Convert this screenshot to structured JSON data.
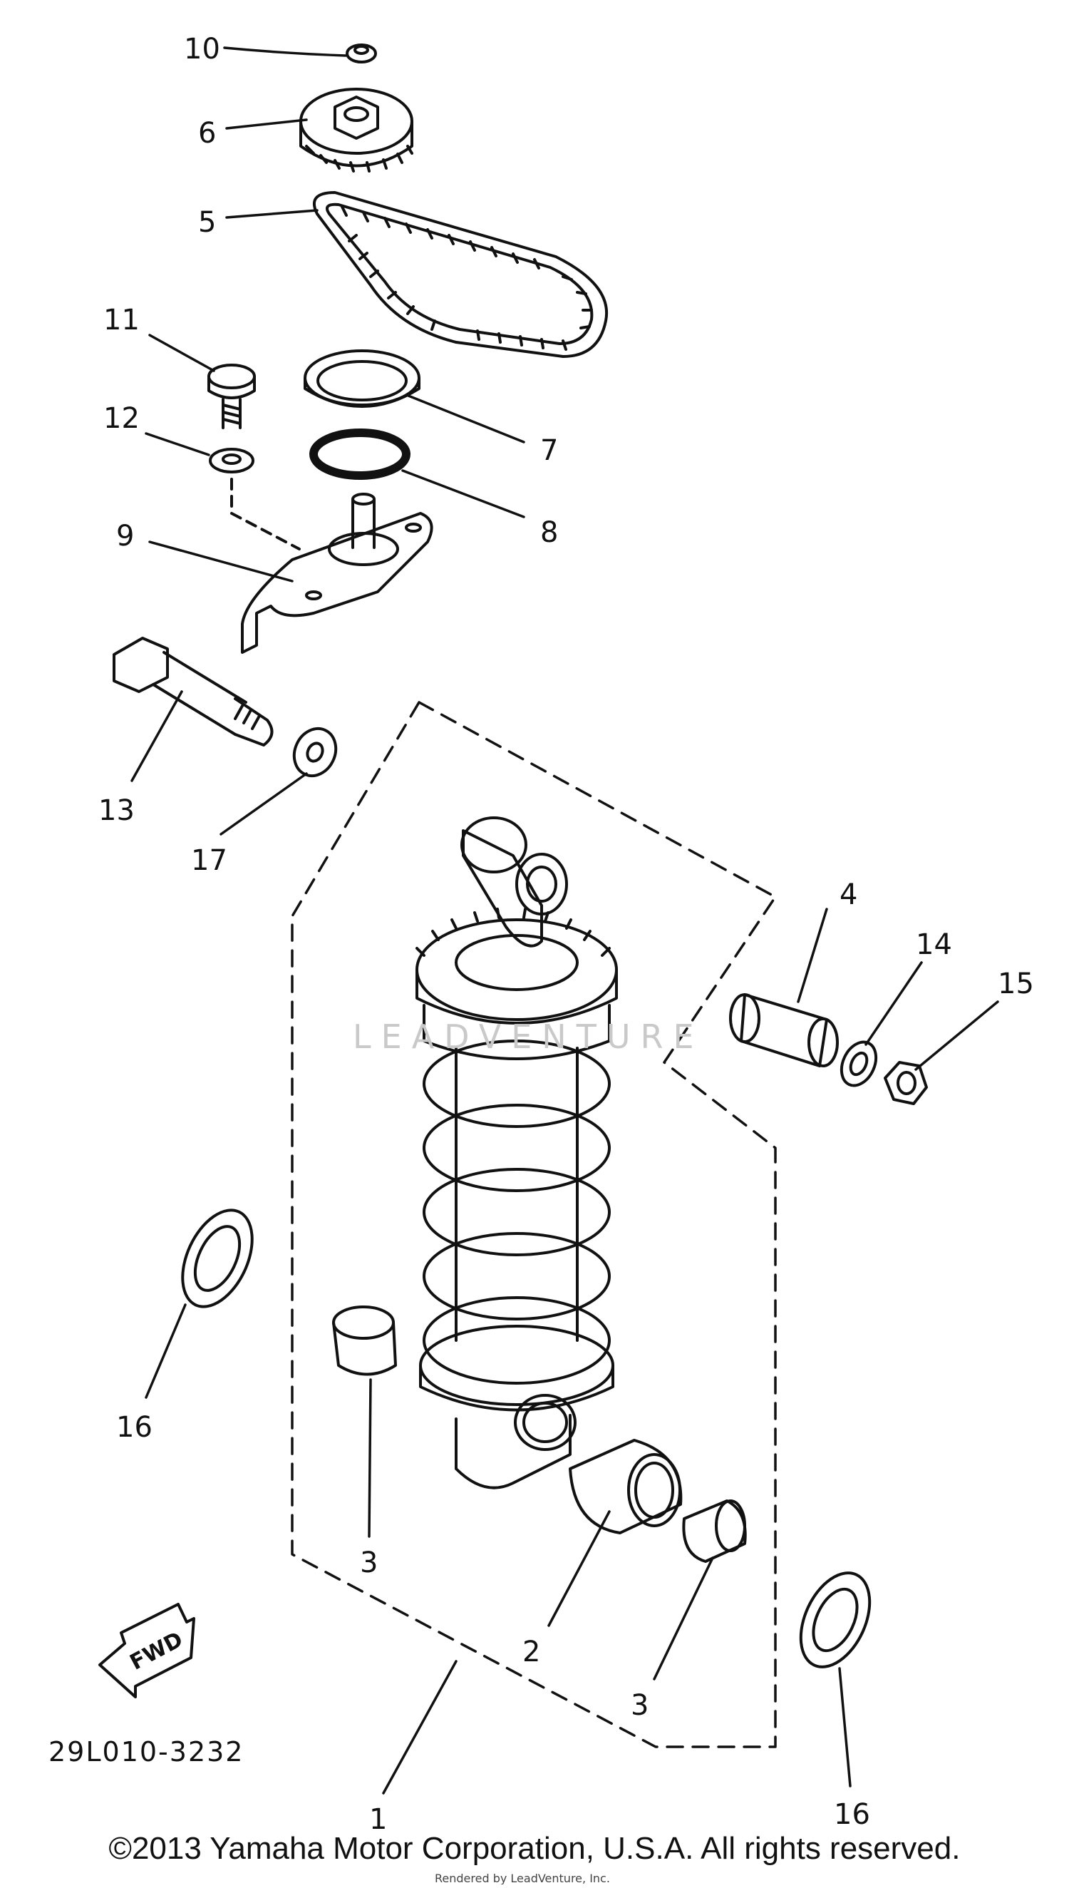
{
  "callouts": {
    "c1": "1",
    "c2": "2",
    "c3a": "3",
    "c3b": "3",
    "c4": "4",
    "c5": "5",
    "c6": "6",
    "c7": "7",
    "c8": "8",
    "c9": "9",
    "c10": "10",
    "c11": "11",
    "c12": "12",
    "c13": "13",
    "c14": "14",
    "c15": "15",
    "c16a": "16",
    "c16b": "16",
    "c17": "17"
  },
  "fwd_label": "FWD",
  "diagram_code": "29L010-3232",
  "watermark": "LEADVENTURE",
  "faint_text": "Rendered by LeadVenture, Inc.",
  "copyright": "©2013 Yamaha Motor Corporation, U.S.A. All rights reserved."
}
